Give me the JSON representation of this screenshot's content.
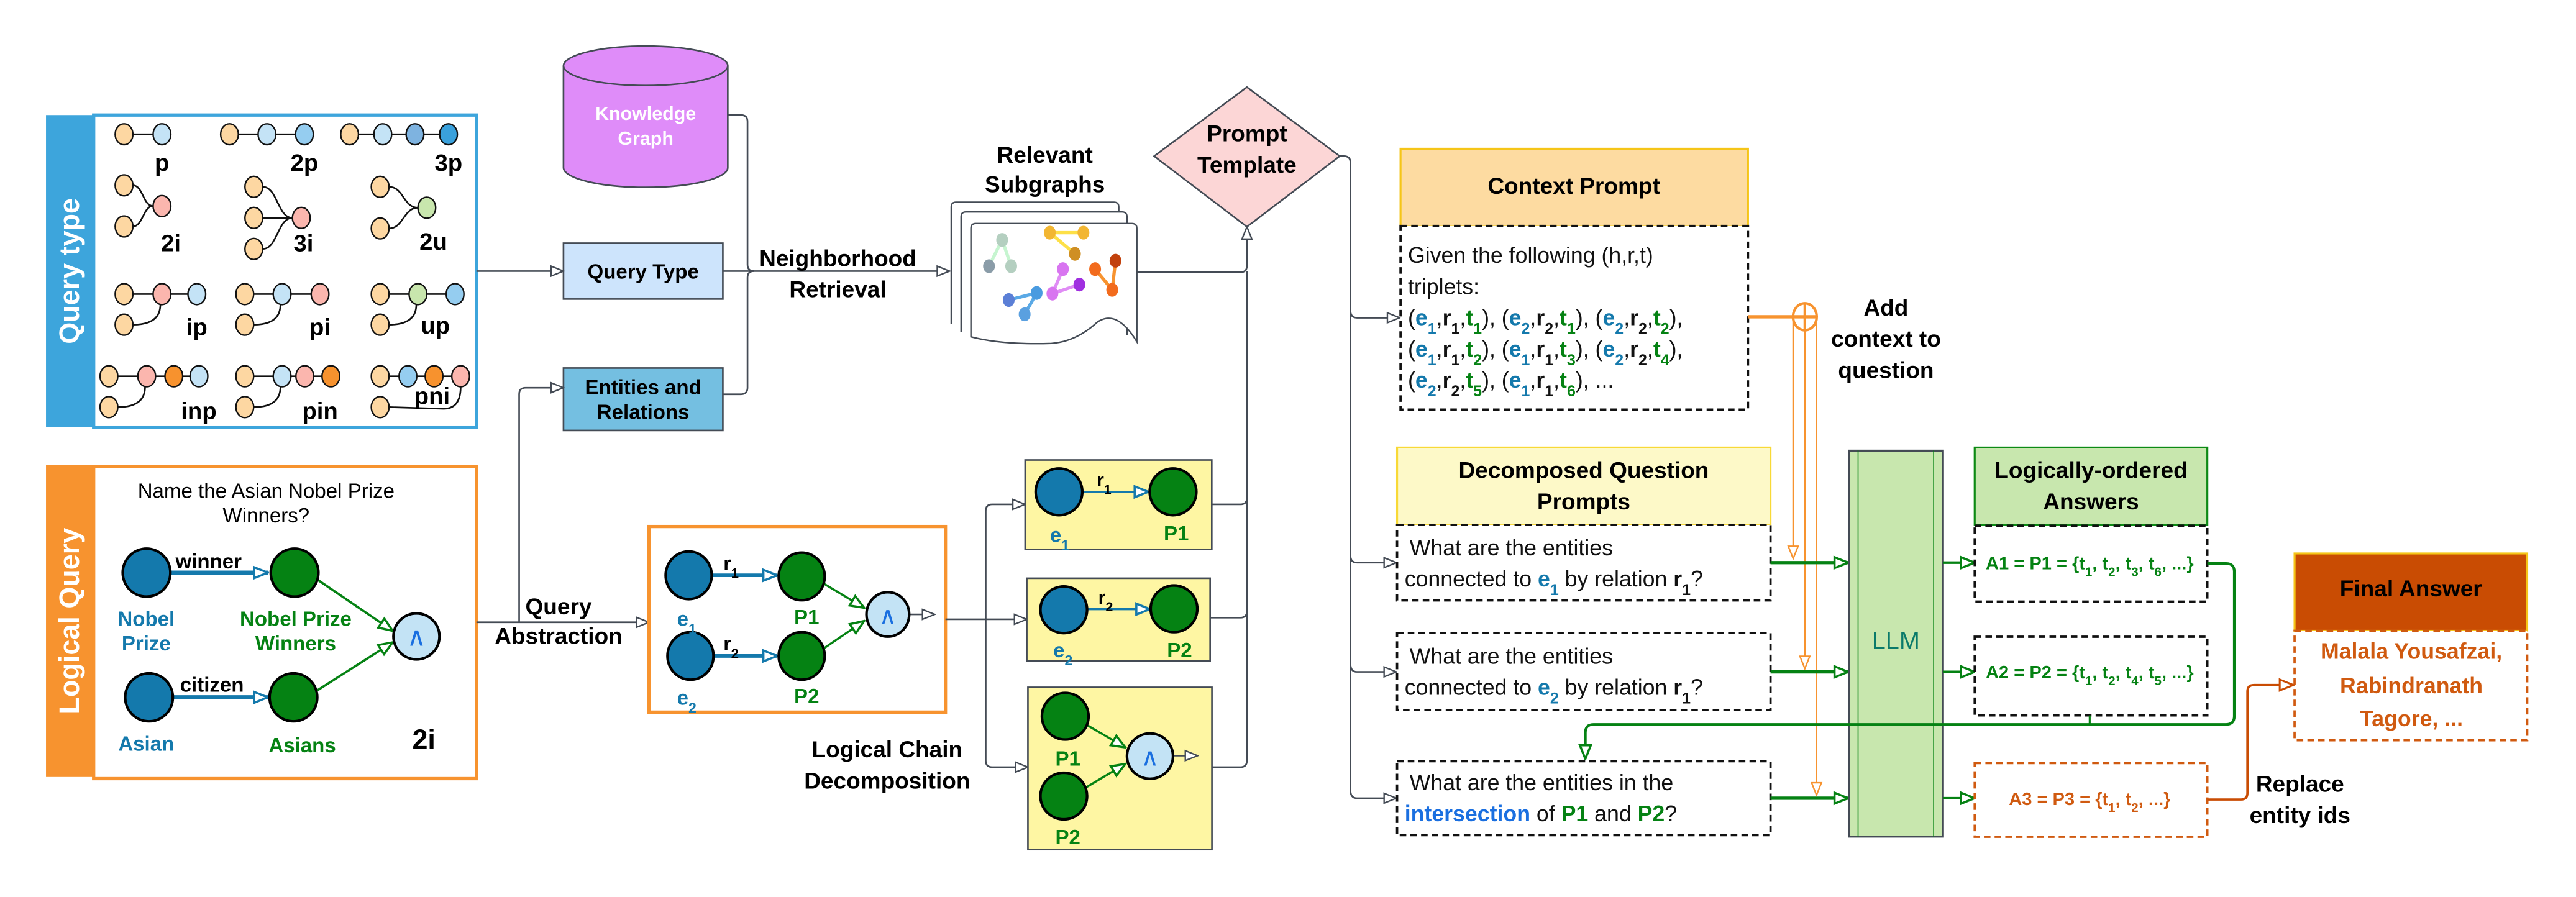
{
  "query_type": {
    "title": "Query type",
    "types": [
      "p",
      "2p",
      "3p",
      "2i",
      "3i",
      "2u",
      "ip",
      "pi",
      "up",
      "inp",
      "pin",
      "pni"
    ]
  },
  "logical_query": {
    "title": "Logical Query",
    "question": [
      "Name the Asian Nobel Prize",
      "Winners?"
    ],
    "relations": [
      "winner",
      "citizen"
    ],
    "anchor_1": [
      "Nobel",
      "Prize"
    ],
    "anchor_2": "Asian",
    "target_1": [
      "Nobel Prize",
      "Winners"
    ],
    "target_2": "Asians",
    "and_symbol": "∧",
    "type": "2i"
  },
  "knowledge_graph": [
    "Knowledge",
    "Graph"
  ],
  "query_type_box": "Query Type",
  "entities_box": [
    "Entities and",
    "Relations"
  ],
  "neighborhood_retrieval": [
    "Neighborhood",
    "Retrieval"
  ],
  "relevant_subgraphs": [
    "Relevant",
    "Subgraphs"
  ],
  "prompt_template": [
    "Prompt",
    "Template"
  ],
  "query_abstraction": [
    "Query",
    "Abstraction"
  ],
  "abstraction": {
    "entities": [
      "e1",
      "e2"
    ],
    "relations": [
      "r1",
      "r2"
    ],
    "paths": [
      "P1",
      "P2"
    ],
    "and_symbol": "∧"
  },
  "decomposition": {
    "label": [
      "Logical Chain",
      "Decomposition"
    ],
    "steps": [
      {
        "entity": "e1",
        "relation": "r1",
        "path": "P1"
      },
      {
        "entity": "e2",
        "relation": "r2",
        "path": "P2"
      },
      {
        "inputs": [
          "P1",
          "P2"
        ],
        "op": "∧"
      }
    ]
  },
  "context_prompt": {
    "title": "Context Prompt",
    "intro": [
      "Given the following (h,r,t)",
      "triplets:"
    ],
    "triplet_rows": [
      [
        [
          "e1",
          "r1",
          "t1"
        ],
        [
          "e2",
          "r2",
          "t1"
        ],
        [
          "e2",
          "r2",
          "t2"
        ]
      ],
      [
        [
          "e1",
          "r1",
          "t2"
        ],
        [
          "e1",
          "r1",
          "t3"
        ],
        [
          "e2",
          "r2",
          "t4"
        ]
      ],
      [
        [
          "e2",
          "r2",
          "t5"
        ],
        [
          "e1",
          "r1",
          "t6"
        ]
      ]
    ],
    "ellipsis": "..."
  },
  "add_context": [
    "Add",
    "context to",
    "question"
  ],
  "decomposed": {
    "title": [
      "Decomposed Question",
      "Prompts"
    ],
    "q1": {
      "line1": "What are the entities",
      "pre": "connected to ",
      "entity": "e1",
      "mid": " by relation ",
      "relation": "r1",
      "end": "?"
    },
    "q2": {
      "line1": "What are the entities",
      "pre": "connected to ",
      "entity": "e2",
      "mid": " by relation ",
      "relation": "r1",
      "end": "?"
    },
    "q3": {
      "line1": "What are the entities in the",
      "highlight": "intersection",
      "of": " of ",
      "p1": "P1",
      "and": " and ",
      "p2": "P2",
      "end": "?"
    }
  },
  "llm": "LLM",
  "answers": {
    "title": [
      "Logically-ordered",
      "Answers"
    ],
    "items": [
      "A1 = P1 = {t1, t2, t3, t6, ...}",
      "A2 = P2 = {t1, t2, t4, t5, ...}",
      "A3 = P3 = {t1, t2, ...}"
    ]
  },
  "final_answer": {
    "title": "Final Answer",
    "lines": [
      "Malala Yousafzai,",
      "Rabindranath",
      "Tagore, ..."
    ]
  },
  "replace_entity_ids": [
    "Replace",
    "entity ids"
  ],
  "colors": {
    "entity_blue": "#1479ac",
    "path_green": "#058213",
    "intersection_blue": "#1a6fe0",
    "query_type_sidebar": "#3da5dc",
    "logical_query_sidebar": "#f7932f",
    "knowledge_graph": "#df8cf9",
    "prompt_template": "#fcd6d6",
    "context_header": "#fddba1",
    "decomposed_header": "#fdf9c8",
    "answers_header": "#c8e7ae",
    "llm": "#c8e7ae",
    "final_answer_header": "#c94c03",
    "final_answer_text": "#d05a10",
    "decomposition_box": "#fef6a3"
  }
}
